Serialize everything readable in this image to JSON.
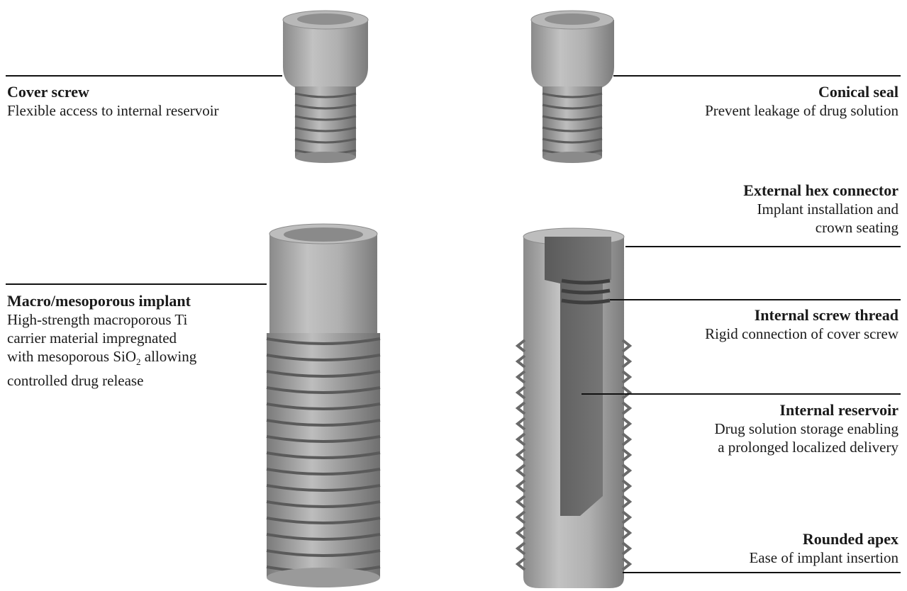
{
  "colors": {
    "metal": "#a6a6a6",
    "metal_dark": "#6e6e6e",
    "metal_light": "#c4c4c4",
    "leader": "#111111"
  },
  "labels": {
    "cover_screw": {
      "title": "Cover screw",
      "desc": "Flexible access to internal reservoir"
    },
    "conical_seal": {
      "title": "Conical seal",
      "desc": "Prevent leakage of drug solution"
    },
    "macro_implant": {
      "title": "Macro/mesoporous implant",
      "desc_1": "High-strength macroporous Ti\ncarrier material impregnated\nwith mesoporous SiO",
      "desc_sub": "2",
      "desc_2": " allowing\ncontrolled drug release"
    },
    "hex_connector": {
      "title": "External hex connector",
      "desc": "Implant installation and\ncrown seating"
    },
    "screw_thread": {
      "title": "Internal screw thread",
      "desc": "Rigid connection of cover screw"
    },
    "reservoir": {
      "title": "Internal reservoir",
      "desc": "Drug solution storage enabling\na prolonged localized delivery"
    },
    "apex": {
      "title": "Rounded apex",
      "desc": "Ease of implant insertion"
    }
  }
}
